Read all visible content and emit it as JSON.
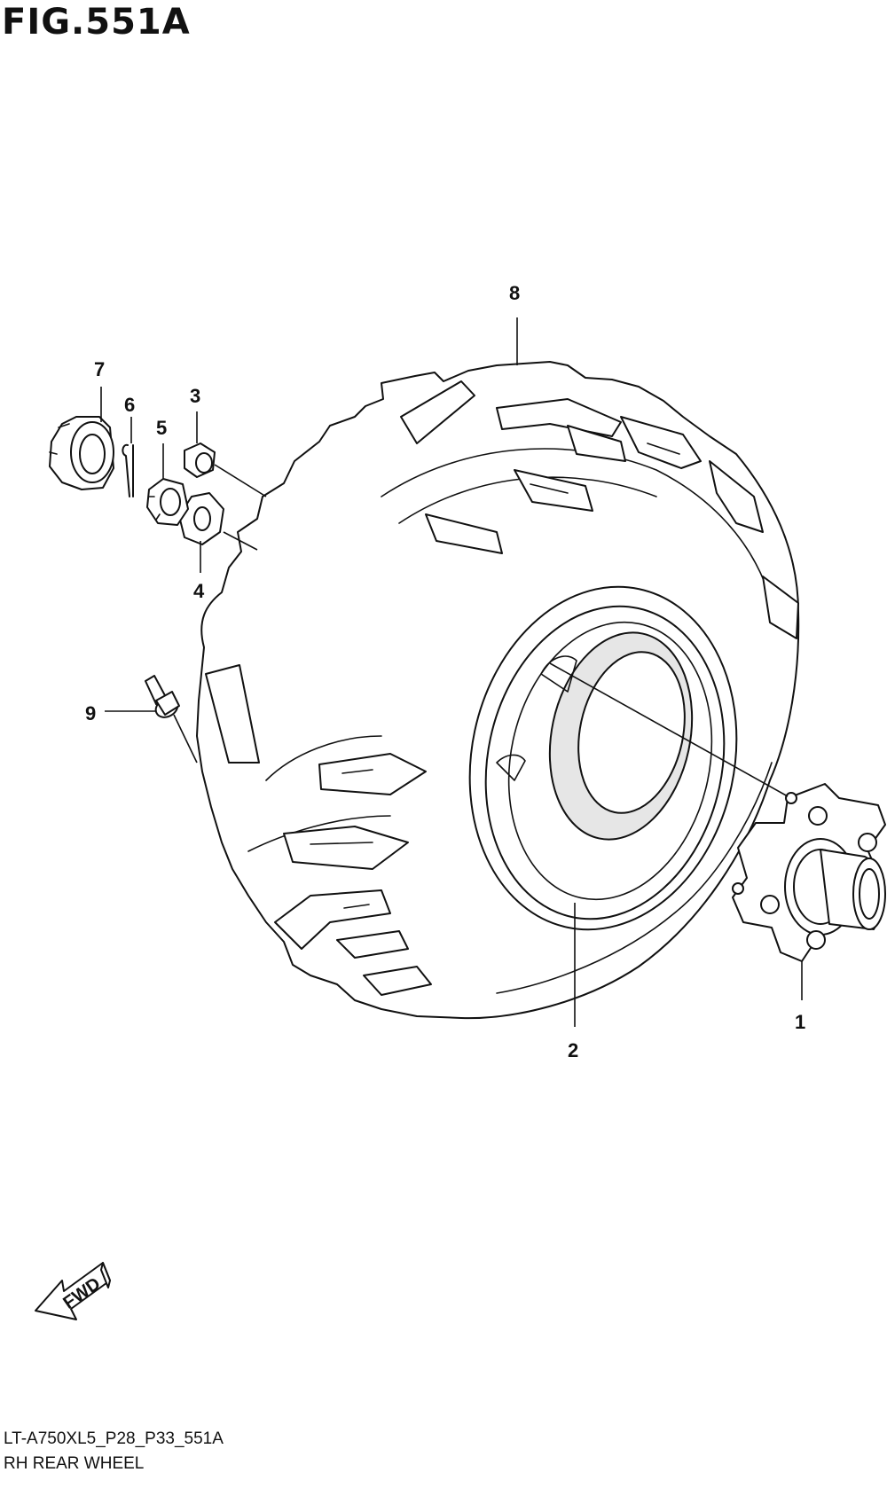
{
  "figure": {
    "title": "FIG.551A",
    "model_code": "LT-A750XL5_P28_P33_551A",
    "assembly_name": "RH REAR WHEEL"
  },
  "callouts": [
    {
      "id": "1",
      "label": "1"
    },
    {
      "id": "2",
      "label": "2"
    },
    {
      "id": "3",
      "label": "3"
    },
    {
      "id": "4",
      "label": "4"
    },
    {
      "id": "5",
      "label": "5"
    },
    {
      "id": "6",
      "label": "6"
    },
    {
      "id": "7",
      "label": "7"
    },
    {
      "id": "8",
      "label": "8"
    },
    {
      "id": "9",
      "label": "9"
    }
  ],
  "direction_arrow": {
    "label": "FWD"
  },
  "colors": {
    "line": "#111111",
    "background": "#ffffff"
  }
}
